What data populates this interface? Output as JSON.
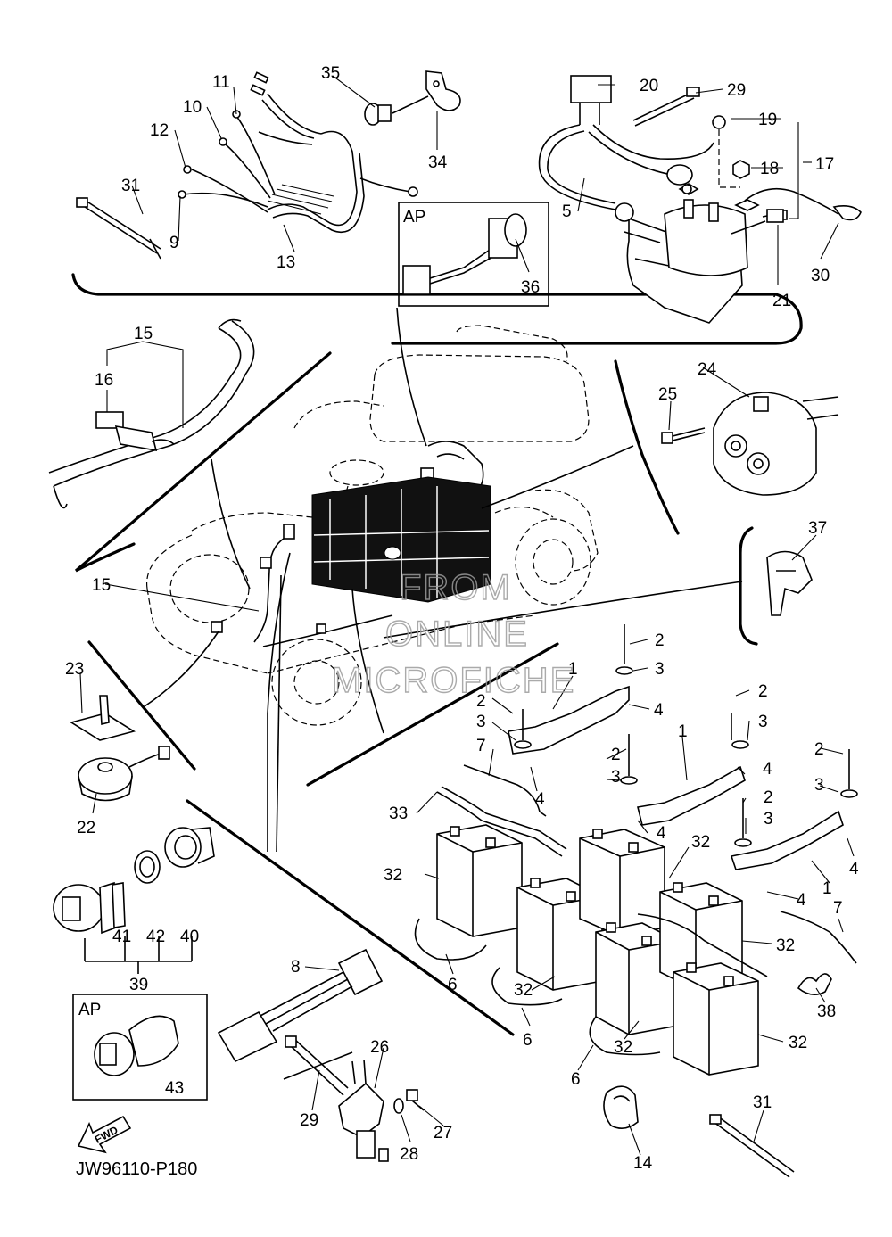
{
  "diagram": {
    "drawing_code": "JW96110-P180",
    "fwd_label": "FWD",
    "ap_label": "AP",
    "watermark": [
      "FROM",
      "ONLINE",
      "MICROFICHE"
    ],
    "callouts": {
      "c2": "2",
      "c3": "3",
      "c4": "4",
      "c1": "1",
      "c5": "5",
      "c6": "6",
      "c7": "7",
      "c8": "8",
      "c9": "9",
      "c10": "10",
      "c11": "11",
      "c12": "12",
      "c13": "13",
      "c14": "14",
      "c15": "15",
      "c16": "16",
      "c17": "17",
      "c18": "18",
      "c19": "19",
      "c20": "20",
      "c21": "21",
      "c22": "22",
      "c23": "23",
      "c24": "24",
      "c25": "25",
      "c26": "26",
      "c27": "27",
      "c28": "28",
      "c29": "29",
      "c30": "30",
      "c31": "31",
      "c32": "32",
      "c33": "33",
      "c34": "34",
      "c35": "35",
      "c36": "36",
      "c37": "37",
      "c38": "38",
      "c39": "39",
      "c40": "40",
      "c41": "41",
      "c42": "42",
      "c43": "43"
    }
  }
}
